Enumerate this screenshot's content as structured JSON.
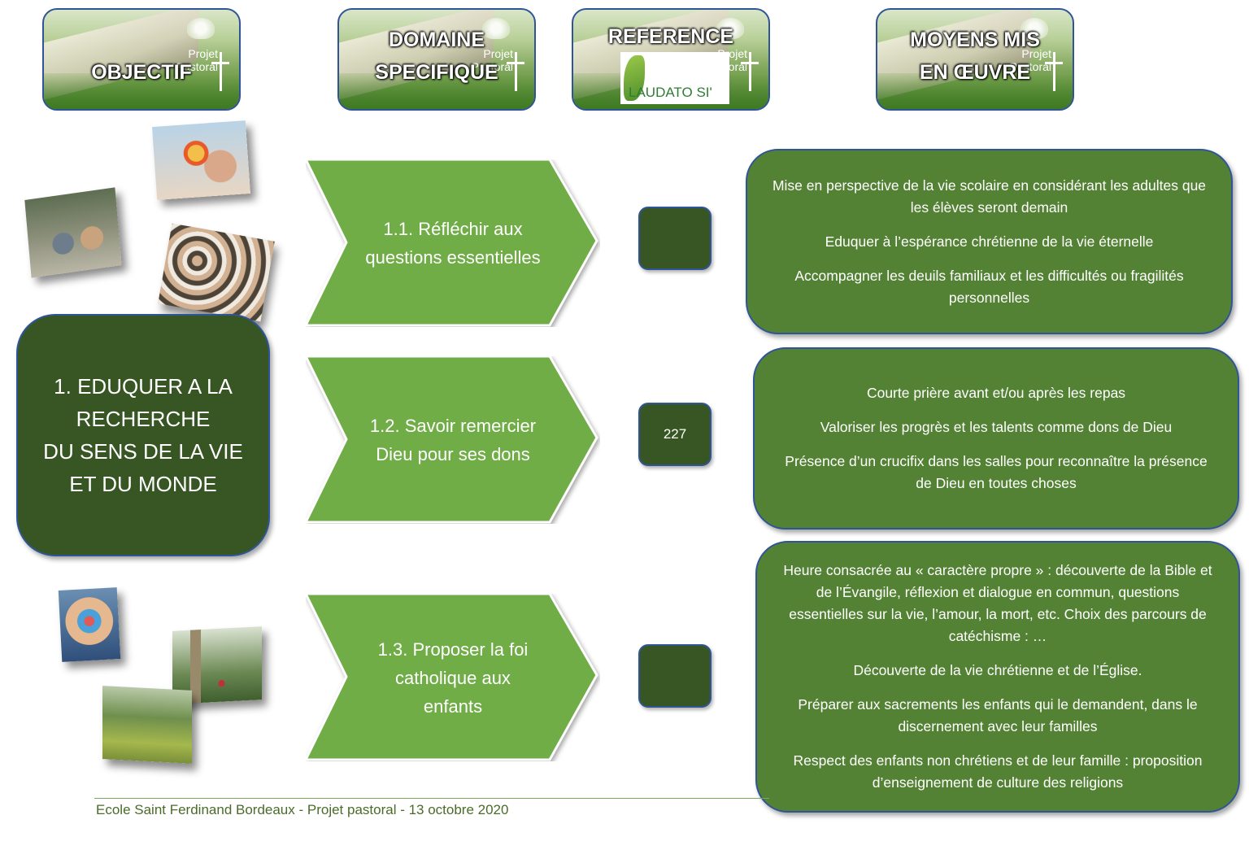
{
  "headers": {
    "objectif": "OBJECTIF",
    "domaine_l1": "DOMAINE",
    "domaine_l2": "SPECIFIQUE",
    "reference": "REFERENCE",
    "moyens_l1": "MOYENS MIS",
    "moyens_l2": "EN ŒUVRE",
    "logo_l1": "Projet",
    "logo_l2": "Pastoral",
    "laudato": "LAUDATO SI'"
  },
  "objective": {
    "line1": "1. EDUQUER A LA",
    "line2": "RECHERCHE",
    "line3": "DU SENS DE LA VIE",
    "line4": "ET DU MONDE"
  },
  "domains": [
    {
      "line1": "1.1. Réfléchir aux",
      "line2": "questions essentielles",
      "line3": ""
    },
    {
      "line1": "1.2. Savoir remercier",
      "line2": "Dieu pour ses dons",
      "line3": ""
    },
    {
      "line1": "1.3. Proposer la foi",
      "line2": "catholique aux",
      "line3": "enfants"
    }
  ],
  "references": [
    "",
    "227",
    ""
  ],
  "means": [
    [
      "Mise en perspective de la vie scolaire en considérant les adultes que les élèves seront demain",
      "Eduquer à l’espérance chrétienne de la vie éternelle",
      "Accompagner les deuils familiaux et les difficultés ou fragilités personnelles"
    ],
    [
      "Courte prière avant et/ou après les repas",
      "Valoriser les progrès et les talents comme dons de Dieu",
      "Présence d’un crucifix dans les salles pour reconnaître la présence de Dieu en toutes choses"
    ],
    [
      "Heure consacrée au « caractère propre » : découverte de la Bible et de l’Évangile, réflexion et dialogue en commun, questions essentielles sur la vie, l’amour, la mort, etc. Choix des parcours de catéchisme : …",
      "Découverte de la vie chrétienne et de l’Église.",
      "Préparer aux sacrements les enfants qui le demandent, dans le discernement avec leur familles",
      "Respect des enfants non chrétiens et de leur famille : proposition d’enseignement de culture des religions"
    ]
  ],
  "footer": "Ecole Saint Ferdinand Bordeaux - Projet pastoral - 13 octobre 2020",
  "colors": {
    "dark_green": "#375623",
    "mid_green": "#548235",
    "chevron_green": "#70ad47",
    "border_blue": "#2f5597"
  }
}
